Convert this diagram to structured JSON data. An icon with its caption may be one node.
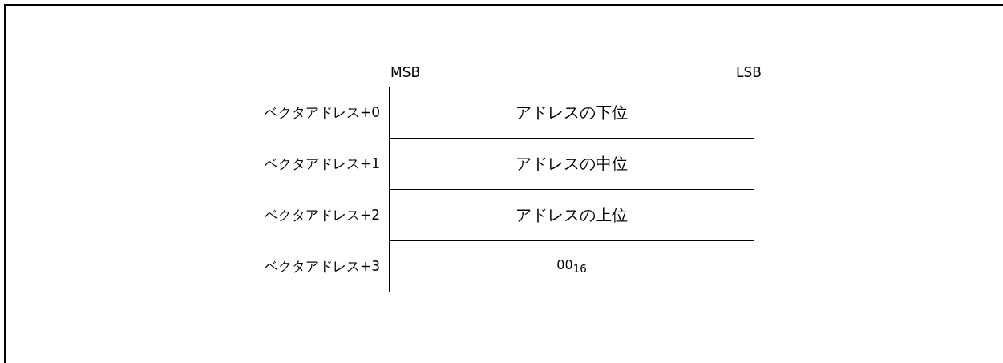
{
  "diagram": {
    "nodes": [
      {
        "text": [
          "アドレスの下位"
        ],
        "beside": [
          "ベクタアドレス+0"
        ]
      },
      {
        "text": [
          "アドレスの中位"
        ],
        "beside": [
          "ベクタアドレス+1"
        ]
      },
      {
        "text": [
          "アドレスの上位"
        ],
        "beside": [
          "ベクタアドレス+2"
        ]
      },
      {
        "text": [
          "00$_{16}$"
        ],
        "beside": [
          "ベクタアドレス+3"
        ]
      }
    ],
    "edges": [],
    "labels": [
      "MSB",
      "LSB"
    ]
  }
}
